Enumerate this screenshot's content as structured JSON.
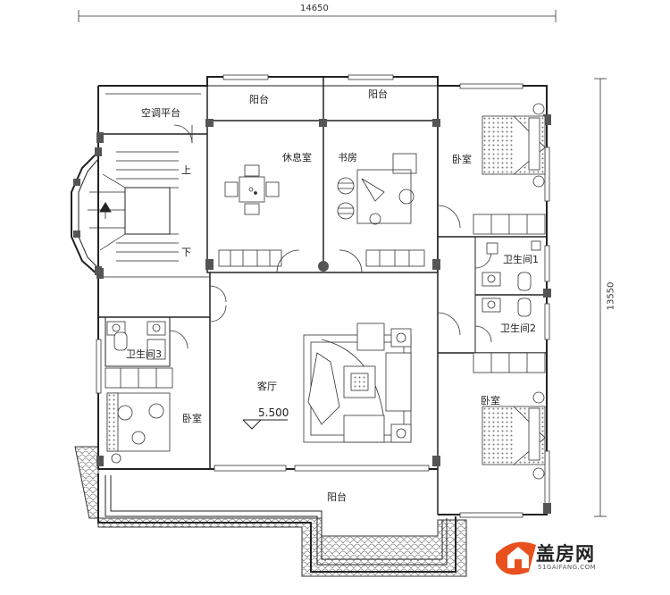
{
  "dimensions": {
    "width_label": "14650",
    "height_label": "13550"
  },
  "rooms": {
    "ac_platform": "空调平台",
    "balcony_top_left": "阳台",
    "balcony_top_right": "阳台",
    "lounge": "休息室",
    "study": "书房",
    "bedroom_top_right": "卧室",
    "bathroom_1": "卫生间1",
    "bathroom_2": "卫生间2",
    "bathroom_3": "卫生间3",
    "living_room": "客厅",
    "bedroom_left": "卧室",
    "bedroom_bottom_right": "卧室",
    "balcony_bottom": "阳台"
  },
  "stairs": {
    "up": "上",
    "down": "下"
  },
  "elevation": "5.500",
  "logo": {
    "name": "盖房网",
    "url": "51GAIFANG.COM"
  },
  "colors": {
    "wall": "#222222",
    "column": "#555555",
    "line": "#333333",
    "logo_orange": "#e8501e"
  }
}
